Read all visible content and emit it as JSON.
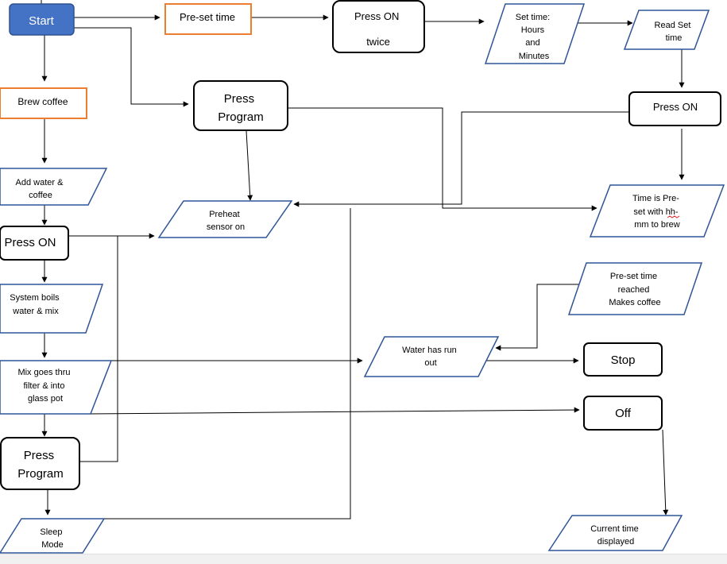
{
  "nodes": {
    "start": [
      "Start"
    ],
    "preset_time": [
      "Pre-set time"
    ],
    "press_on_twice": [
      "Press ON",
      "twice"
    ],
    "set_time": [
      "Set time:",
      "Hours",
      "and",
      "Minutes"
    ],
    "read_set_time": [
      "Read Set",
      "time"
    ],
    "brew_coffee": [
      "Brew coffee"
    ],
    "press_program_top": [
      "Press",
      "Program"
    ],
    "press_on_right": [
      "Press ON"
    ],
    "add_water": [
      "Add water &",
      "coffee"
    ],
    "preheat": [
      "Preheat",
      "sensor on"
    ],
    "time_preset": [
      "Time is Pre-",
      "set with hh-",
      "mm to brew"
    ],
    "press_on_left": [
      "Press ON"
    ],
    "system_boils": [
      "System boils",
      "water & mix"
    ],
    "preset_reached": [
      "Pre-set time",
      "reached",
      "Makes coffee"
    ],
    "water_run_out": [
      "Water has run",
      "out"
    ],
    "stop": [
      "Stop"
    ],
    "mix_filter": [
      "Mix goes thru",
      "filter & into",
      "glass pot"
    ],
    "off": [
      "Off"
    ],
    "press_program_bottom": [
      "Press",
      "Program"
    ],
    "sleep_mode": [
      "Sleep",
      "Mode"
    ],
    "current_time": [
      "Current time",
      "displayed"
    ]
  },
  "colors": {
    "line": "#000000",
    "para_border": "#2f5597",
    "orange_border": "#ed7d31",
    "start_fill": "#4472c4",
    "start_border": "#2f528f",
    "start_text": "#ffffff",
    "text": "#000000"
  }
}
